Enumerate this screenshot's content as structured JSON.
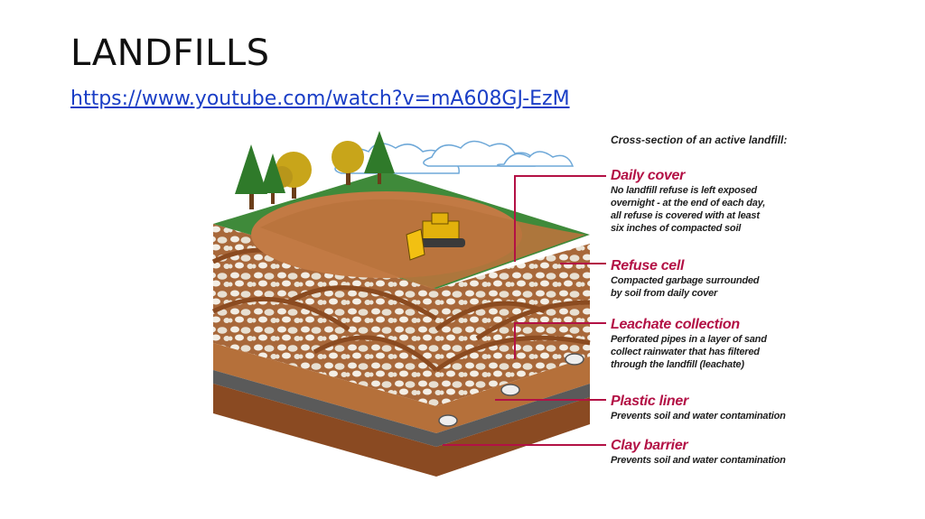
{
  "slide": {
    "title": "LANDFILLS",
    "link": "https://www.youtube.com/watch?v=mA608GJ-EzM"
  },
  "diagram": {
    "caption": "Cross-section of an active landfill:",
    "layers": [
      {
        "name": "Daily cover",
        "description": "No landfill refuse is left exposed\novernight - at the end of each day,\nall refuse is covered with at least\nsix inches of compacted soil"
      },
      {
        "name": "Refuse cell",
        "description": "Compacted garbage surrounded\nby soil from daily cover"
      },
      {
        "name": "Leachate collection",
        "description": "Perforated pipes in a layer of sand\ncollect rainwater that has filtered\nthrough the landfill (leachate)"
      },
      {
        "name": "Plastic liner",
        "description": "Prevents soil and water contamination"
      },
      {
        "name": "Clay barrier",
        "description": "Prevents soil and water contamination"
      }
    ],
    "colors": {
      "accent": "#b31145",
      "grass": "#3f8a3a",
      "soil": "#b5703a",
      "refuse": "#cdb79a",
      "clay": "#8a4a22",
      "liner": "#555555"
    }
  }
}
